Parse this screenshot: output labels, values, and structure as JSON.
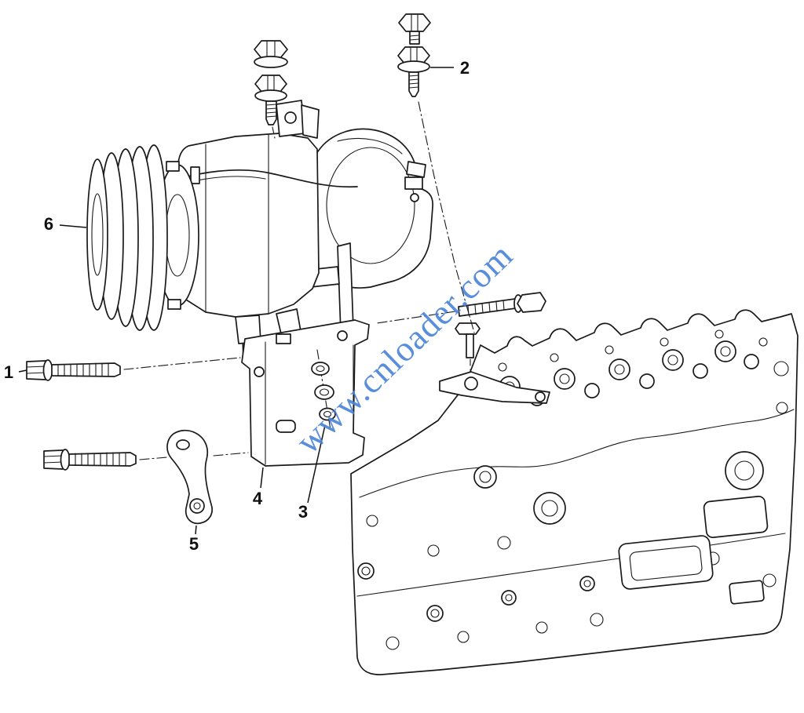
{
  "figure": {
    "watermark": "www.cnloader.com",
    "callouts": {
      "c1": "1",
      "c2": "2",
      "c3": "3",
      "c4": "4",
      "c5": "5",
      "c6": "6"
    }
  },
  "colors": {
    "line": "#1a1a1a",
    "watermark": "#4a85d8",
    "background": "#ffffff"
  }
}
